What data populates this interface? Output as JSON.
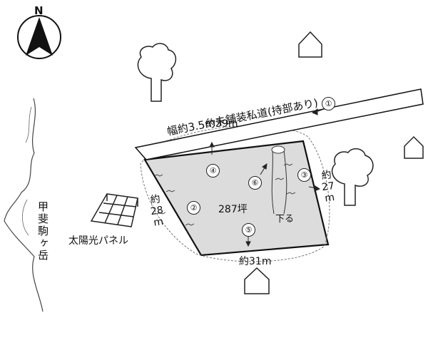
{
  "compass": {
    "north_label": "N",
    "icon": "north-arrow-icon"
  },
  "mountain_label": "甲斐駒ヶ岳",
  "road_label": "幅約3.5m未舗装私道(持部あり)",
  "area_label": "287坪",
  "solar_panel_label": "太陽光パネル",
  "slope_label": "下る",
  "dimensions": {
    "top": "約39m",
    "bottom": "約31m",
    "left_prefix": "約",
    "left_value": "28",
    "left_unit": "m",
    "right_prefix": "約",
    "right_value": "27",
    "right_unit": "m"
  },
  "viewpoints": [
    "①",
    "②",
    "③",
    "④",
    "⑤",
    "⑥"
  ],
  "icons": {
    "house": "house-icon",
    "tree": "tree-icon"
  }
}
